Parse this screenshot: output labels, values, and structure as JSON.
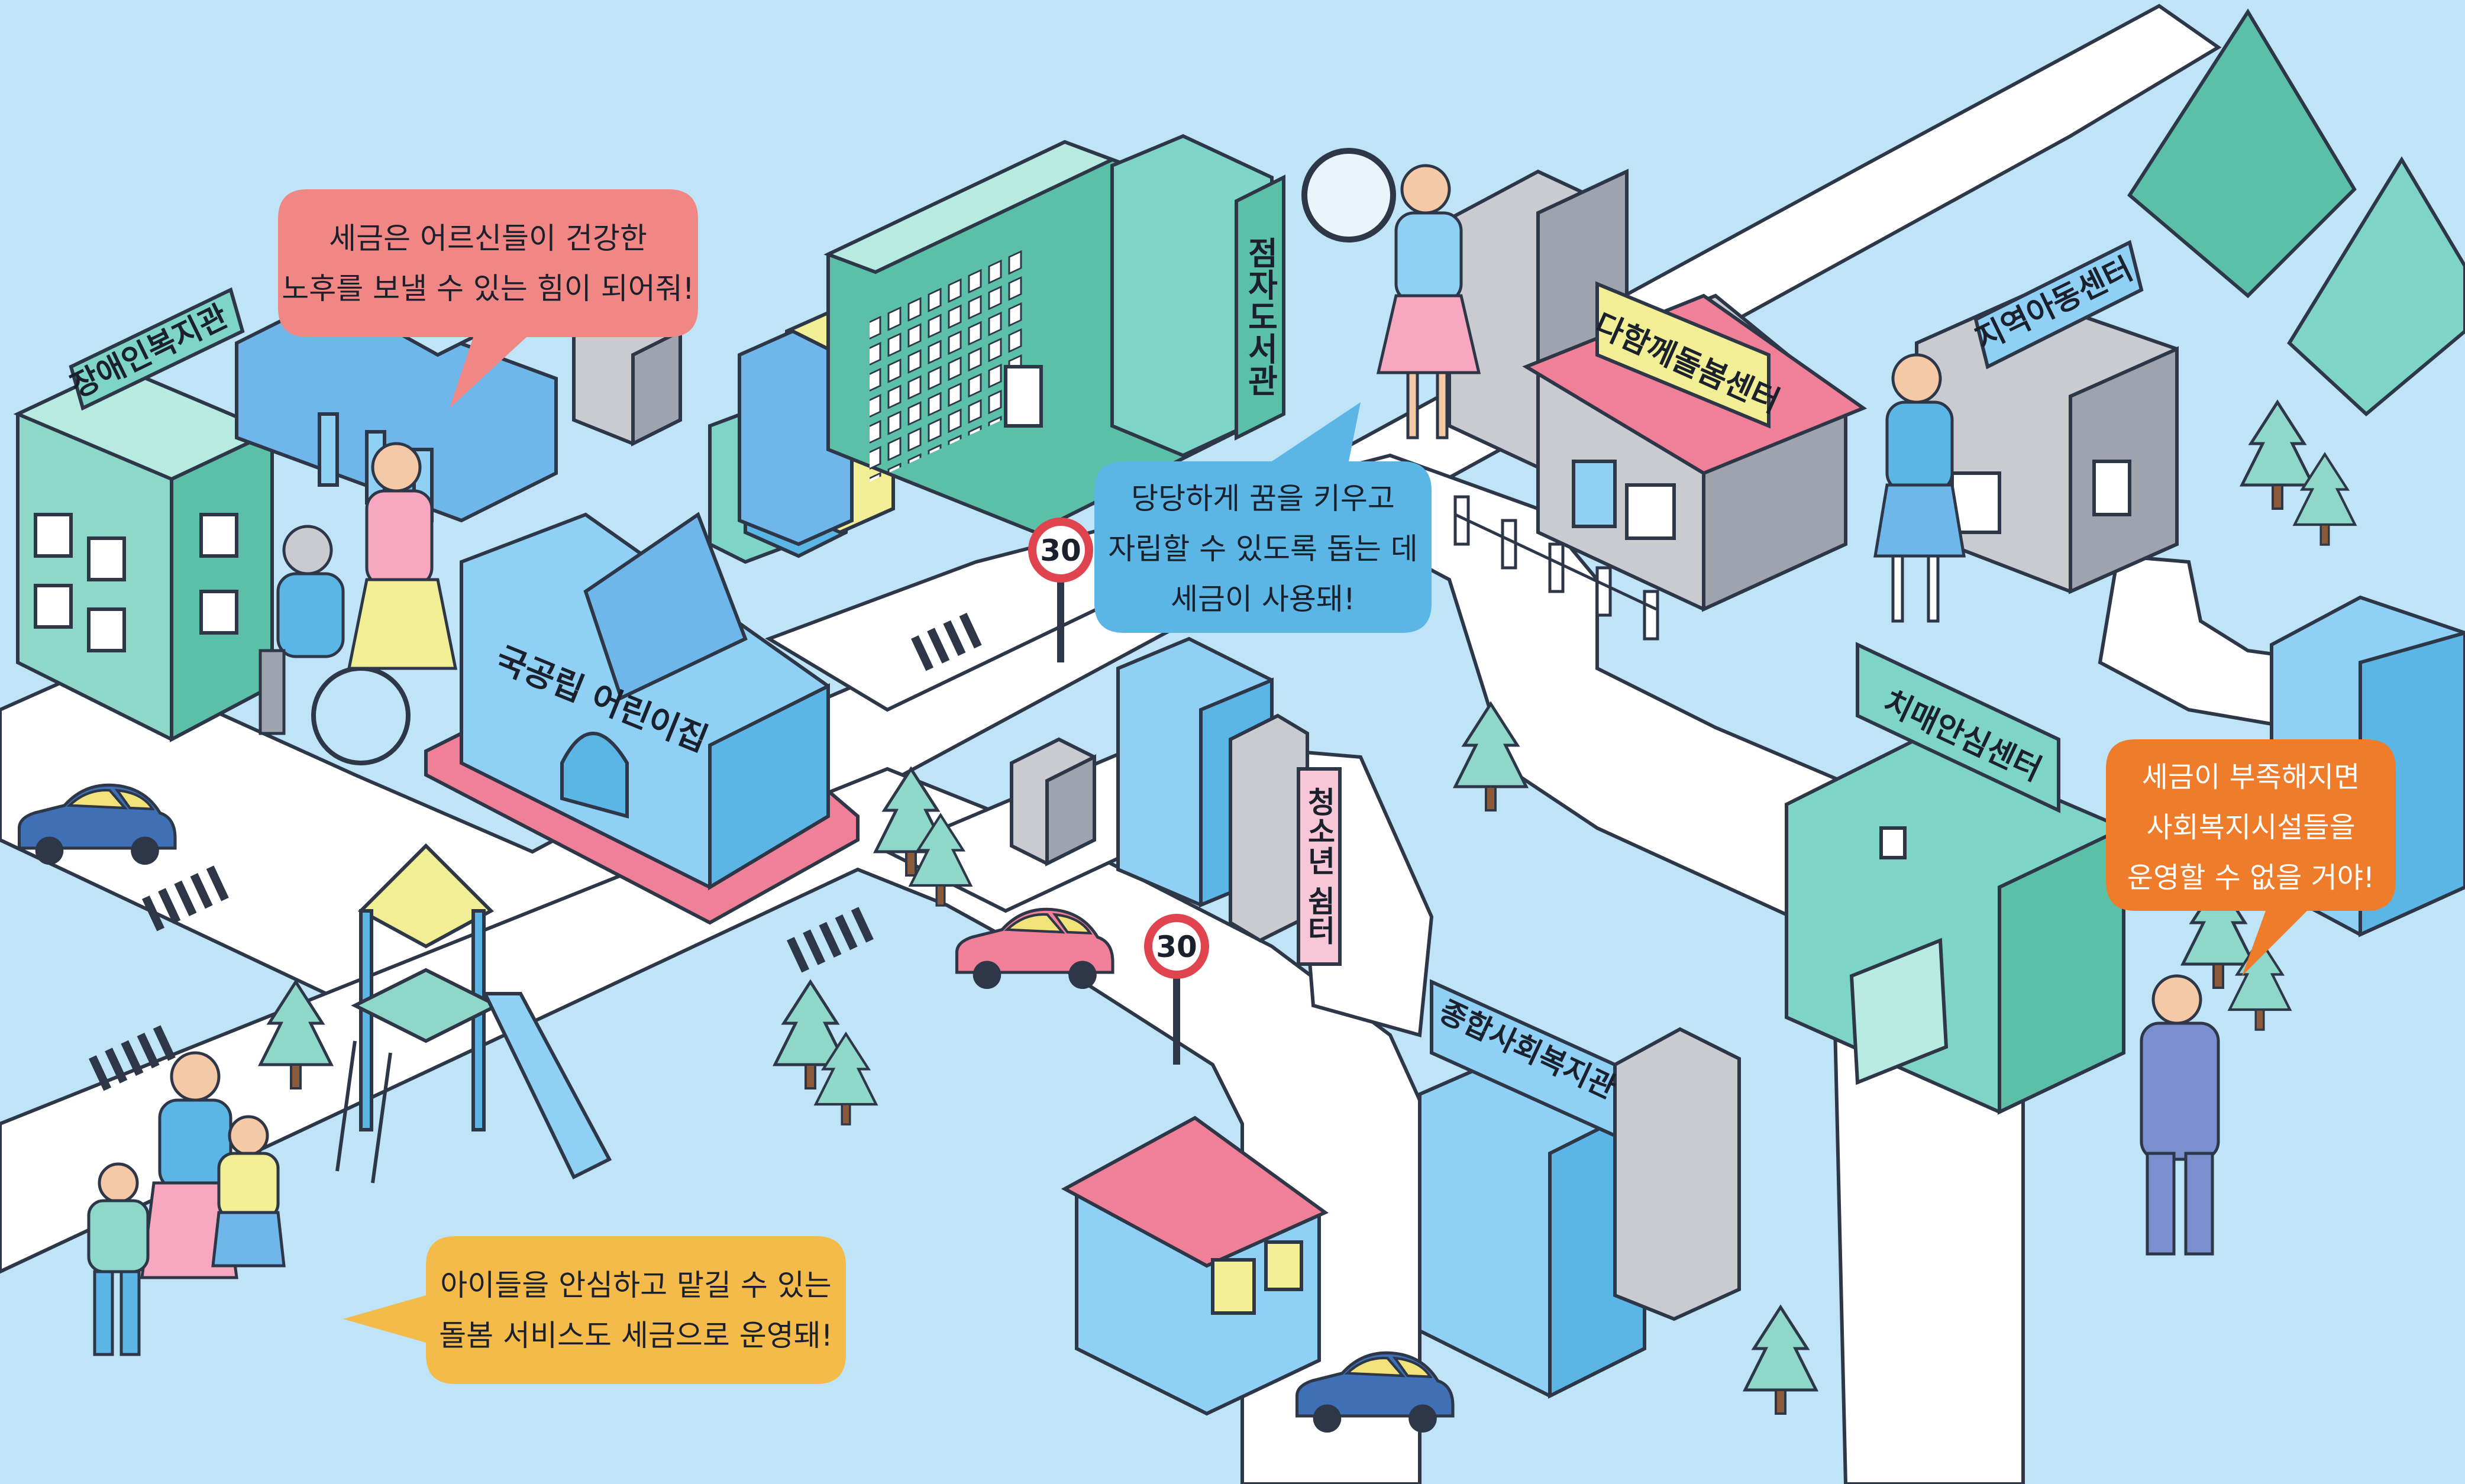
{
  "buildings": {
    "disability_welfare": "장애인복지관",
    "library": "점자도서관",
    "daycare": "국공립 어린이집",
    "multi_care": "다함께돌봄센터",
    "community_child": "지역아동센터",
    "youth_shelter": "청소년 쉼터",
    "dementia_center": "치매안심센터",
    "general_welfare": "종합사회복지관"
  },
  "road_signs": {
    "speed_limit": "30"
  },
  "bubbles": {
    "elderly": {
      "line1": "세금은 어르신들이 건강한",
      "line2": "노후를 보낼 수 있는 힘이 되어줘!"
    },
    "youth": {
      "line1": "당당하게 꿈을 키우고",
      "line2": "자립할 수 있도록 돕는 데",
      "line3": "세금이 사용돼!"
    },
    "shortage": {
      "line1": "세금이 부족해지면",
      "line2": "사회복지시설들을",
      "line3": "운영할 수 없을 거야!"
    },
    "childcare": {
      "line1": "아이들을 안심하고 맡길 수 있는",
      "line2": "돌봄 서비스도 세금으로 운영돼!"
    }
  },
  "colors": {
    "background": "#bfe3f7",
    "road": "#ffffff",
    "outline": "#2d3748",
    "bubble_red": "#f08784",
    "bubble_blue": "#5bb6e6",
    "bubble_orange": "#ef7c2a",
    "bubble_yellow": "#f5bb4a",
    "sign_green": "#7fd4c8",
    "sign_blue": "#8fd0f4",
    "sign_yellow": "#f2ee95",
    "sign_pink": "#f7c6d7"
  }
}
